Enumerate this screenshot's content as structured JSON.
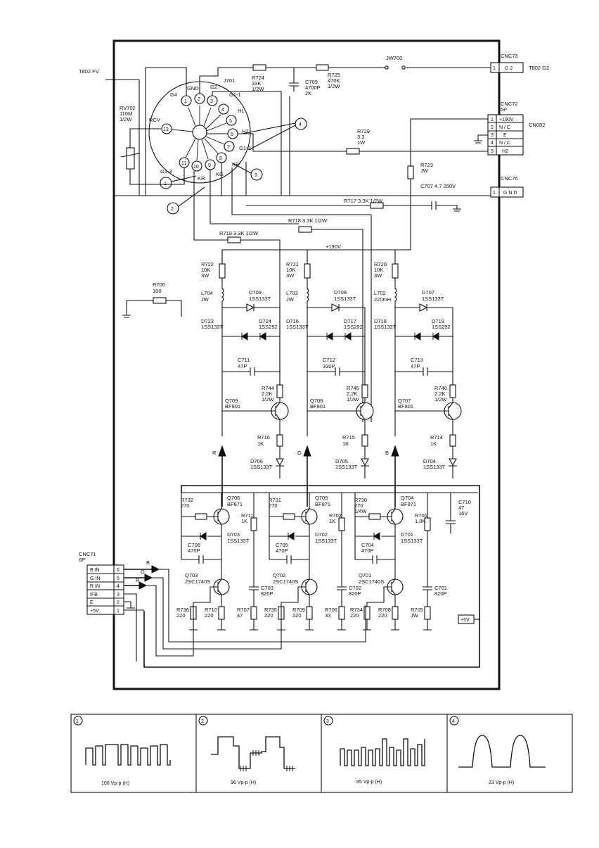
{
  "sheet": {
    "frame_color": "#111111",
    "background": "#ffffff"
  },
  "connectors": {
    "t802_fv": "T802 FV",
    "cnc73": {
      "name": "CNC73",
      "pin": "1",
      "signal": "G 2",
      "dest": "T802 G2"
    },
    "cnc72": {
      "name": "CNC72",
      "sub": "5P",
      "dest": "CN082",
      "pins": [
        {
          "num": "1",
          "sig": "+190V"
        },
        {
          "num": "2",
          "sig": "N / C"
        },
        {
          "num": "3",
          "sig": "E"
        },
        {
          "num": "4",
          "sig": "N / C"
        },
        {
          "num": "5",
          "sig": "H2"
        }
      ]
    },
    "cnc76": {
      "name": "CNC76",
      "pin": "1",
      "signal": "G N D"
    },
    "cnc71": {
      "name": "CNC71",
      "sub": "6P",
      "pins": [
        {
          "sig": "B  IN",
          "num": "6"
        },
        {
          "sig": "G  IN",
          "num": "5"
        },
        {
          "sig": "R  IN",
          "num": "4"
        },
        {
          "sig": "IFB",
          "num": "3"
        },
        {
          "sig": "E",
          "num": "2"
        },
        {
          "sig": "+5V",
          "num": "1"
        }
      ]
    }
  },
  "socket": {
    "pins": [
      "1",
      "2",
      "3",
      "4",
      "5",
      "6",
      "7",
      "8",
      "9",
      "10",
      "11",
      "13"
    ],
    "labels": [
      "GND",
      "G2",
      "G4",
      "G1-1",
      "H1",
      "H2",
      "G1-2",
      "KB",
      "KG",
      "KR",
      "G1-3",
      "RCV"
    ]
  },
  "top_components": {
    "j701": "J701",
    "r724": [
      "R724",
      "33K",
      "1/2W"
    ],
    "c709": [
      "C709",
      "4700P",
      "2K"
    ],
    "r725": [
      "R725",
      "470K",
      "1/2W"
    ],
    "jw700": "JW700",
    "rv702": [
      "RV702",
      "110M",
      "1/2W"
    ],
    "r729": [
      "R729",
      "3.3",
      "1W"
    ],
    "r723": [
      "R723",
      "JW"
    ],
    "c707": "C707  4.7 250V",
    "r717": "R717 3.3K 1/2W",
    "r718": "R718  3.3K  1/2W",
    "r719": "R719 3.3K  1/2W",
    "rail_190": "+190V",
    "r700": [
      "R700",
      "100"
    ]
  },
  "channels": [
    {
      "out_label": "R",
      "rc": [
        "R722",
        "10K",
        "3W"
      ],
      "l": [
        "L704",
        "JW"
      ],
      "dt": [
        "D709",
        "1SS133T"
      ],
      "da": [
        "D723",
        "1SS133T"
      ],
      "db": [
        "D724",
        "1SS292"
      ],
      "c": [
        "C711",
        "47P"
      ],
      "re": [
        "R744",
        "2.2K",
        "1/2W"
      ],
      "q": [
        "Q709",
        "BF801"
      ],
      "rb": [
        "R716",
        "1K"
      ],
      "dl": [
        "D706",
        "1SS133T"
      ]
    },
    {
      "out_label": "G",
      "rc": [
        "R721",
        "10K",
        "3W"
      ],
      "l": [
        "L703",
        "JW"
      ],
      "dt": [
        "D708",
        "1SS133T"
      ],
      "da": [
        "D716",
        "1SS133T"
      ],
      "db": [
        "D717",
        "1SS292"
      ],
      "c": [
        "C712",
        "330P"
      ],
      "re": [
        "R745",
        "2.2K",
        "1/2W"
      ],
      "q": [
        "Q708",
        "BF801"
      ],
      "rb": [
        "R715",
        "1K"
      ],
      "dl": [
        "D705",
        "1SS133T"
      ]
    },
    {
      "out_label": "B",
      "rc": [
        "R720",
        "10K",
        "3W"
      ],
      "l": [
        "L702",
        "220mH"
      ],
      "dt": [
        "D707",
        "1SS133T"
      ],
      "da": [
        "D718",
        "1SS133T"
      ],
      "db": [
        "D719",
        "1SS292"
      ],
      "c": [
        "C713",
        "47P"
      ],
      "re": [
        "R746",
        "2.2K",
        "1/2W"
      ],
      "q": [
        "Q707",
        "BF801"
      ],
      "rb": [
        "R714",
        "1K"
      ],
      "dl": [
        "D704",
        "1SS133T"
      ]
    }
  ],
  "drivers": [
    {
      "ra": [
        "R732",
        "270"
      ],
      "qa": [
        "Q706",
        "BF871"
      ],
      "rb": [
        "R711",
        "1K"
      ],
      "d": [
        "D703",
        "1SS133T"
      ],
      "c": [
        "C706",
        "470P"
      ],
      "qb": [
        "Q703",
        "2SC1740S"
      ],
      "cb": [
        "C703",
        "820P"
      ],
      "r1": [
        "R736",
        "220"
      ],
      "r2": [
        "R710",
        "220"
      ],
      "r3": [
        "R707",
        "47"
      ]
    },
    {
      "ra": [
        "R731",
        "270"
      ],
      "qa": [
        "Q705",
        "BF871"
      ],
      "rb": [
        "R702",
        "1K"
      ],
      "d": [
        "D702",
        "1SS133T"
      ],
      "c": [
        "C705",
        "470P"
      ],
      "qb": [
        "Q702",
        "2SC1740S"
      ],
      "cb": [
        "C702",
        "820P"
      ],
      "r1": [
        "R735",
        "220"
      ],
      "r2": [
        "R709",
        "220"
      ],
      "r3": [
        "R706",
        "33"
      ]
    },
    {
      "ra": [
        "R730",
        "270",
        "1/4W"
      ],
      "qa": [
        "Q704",
        "BF871"
      ],
      "rb": [
        "R701",
        "1.0K"
      ],
      "d": [
        "D701",
        "1SS133T"
      ],
      "c": [
        "C704",
        "470P"
      ],
      "qb": [
        "Q701",
        "2SC1740S"
      ],
      "cb": [
        "C701",
        "820P"
      ],
      "r1": [
        "R734",
        "220"
      ],
      "r2": [
        "R708",
        "220"
      ],
      "r3": [
        "R705",
        "JW"
      ]
    }
  ],
  "misc": {
    "c710": [
      "C710",
      "47",
      "16V"
    ],
    "plus5v": "+5V",
    "input_arrows": [
      "B",
      "G",
      "R"
    ]
  },
  "waveforms": [
    {
      "id": "1",
      "caption": "100  Vp-p (H)"
    },
    {
      "id": "2",
      "caption": "96  Vp-p  (H)"
    },
    {
      "id": "3",
      "caption": "85  Vp-p (H)"
    },
    {
      "id": "4",
      "caption": "23  Vp-p (H)"
    }
  ]
}
